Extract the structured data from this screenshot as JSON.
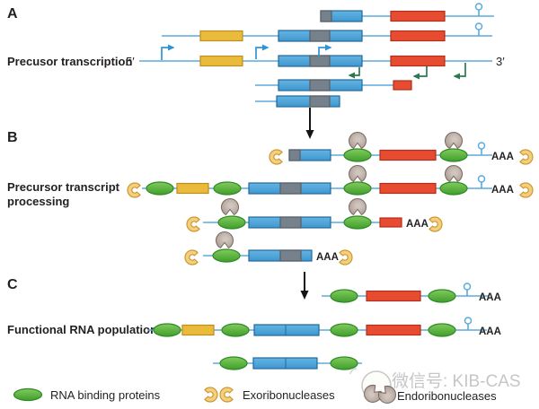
{
  "colors": {
    "line-blue": "#5aabdc",
    "box-blue-border": "#21699c",
    "box-gray": "#76818b",
    "box-gray-border": "#545f69",
    "box-yellow": "#eaba3b",
    "box-yellow-border": "#bd8e20",
    "box-red": "#e74c30",
    "box-red-border": "#b02f1d",
    "oval-green-border": "#2e8a25",
    "exo-fill": "#f4d07e",
    "exo-border": "#cd9732",
    "endo-border": "#79695f",
    "arrow-start": "#2e95d4",
    "arrow-term": "#2b7a4e",
    "text": "#231f20",
    "watermark": "#c6c6c6"
  },
  "panel_a": {
    "label": "A",
    "title": "Precusor transcription",
    "five_prime": "5′",
    "three_prime": "3′"
  },
  "panel_b": {
    "label": "B",
    "title_line1": "Precursor transcript",
    "title_line2": "processing"
  },
  "panel_c": {
    "label": "C",
    "title": "Functional RNA population"
  },
  "poly_a_label": "AAA",
  "legend": {
    "rna_binding_label": "RNA binding proteins",
    "exo_label": "Exoribonucleases",
    "endo_label": "Endoribonucleases"
  },
  "watermark_text": "微信号: KIB-CAS",
  "icon_glossary": {
    "green_oval": "rna-binding-protein-icon",
    "orange_c": "exoribonuclease-icon",
    "gray_pacman": "endoribonuclease-icon",
    "lollipop": "stem-loop-icon",
    "blue_bent_arrow": "transcription-start-arrow",
    "green_bent_arrow": "termination-arrow"
  }
}
